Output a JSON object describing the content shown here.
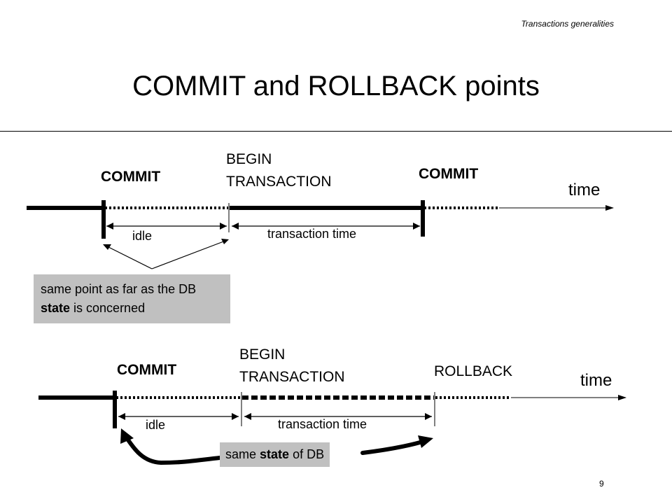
{
  "header": {
    "section": "Transactions generalities"
  },
  "title": "COMMIT and ROLLBACK points",
  "diagram1": {
    "commit_left": "COMMIT",
    "begin_line1": "BEGIN",
    "begin_line2": "TRANSACTION",
    "commit_right": "COMMIT",
    "time": "time",
    "idle": "idle",
    "transaction_time": "transaction time",
    "note": {
      "part1": "same point as far as the DB ",
      "bold": "state",
      "part2": " is concerned"
    }
  },
  "diagram2": {
    "commit": "COMMIT",
    "begin_line1": "BEGIN",
    "begin_line2": "TRANSACTION",
    "rollback": "ROLLBACK",
    "time": "time",
    "idle": "idle",
    "transaction_time": "transaction time",
    "note": {
      "part1": "same ",
      "bold": "state",
      "part2": " of DB"
    }
  },
  "page_number": "9"
}
